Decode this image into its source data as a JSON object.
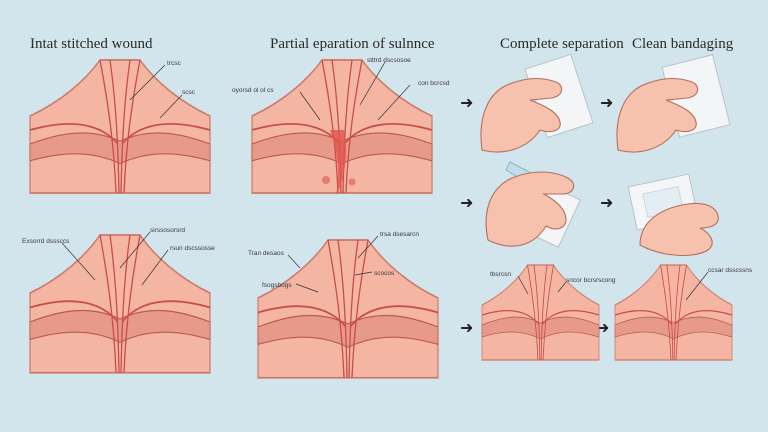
{
  "titles": {
    "t1": "Intat stitched wound",
    "t2": "Partial eparation of sulnnce",
    "t3": "Complete separation",
    "t4": "Clean bandaging"
  },
  "labels": {
    "p1a": "trcsc",
    "p1b": "scsc",
    "p2a": "stttrd dscsosoe",
    "p2b": "oyorsd ol ol cs",
    "p2c": "con bcrcsd",
    "p3a": "Exsorrd dsssccs",
    "p3b": "sirssosorsrd",
    "p3c": "rsun dscssosse",
    "p4a": "Tran desaos",
    "p4b": "fsogsbogs",
    "p4c": "trsa dsesarcn",
    "p4d": "scocos",
    "p5a": "tbsrcsn",
    "p5b": "sncor bcrsrscong",
    "p6a": "ccsar dsscssns"
  },
  "arrow_glyph": "➜"
}
